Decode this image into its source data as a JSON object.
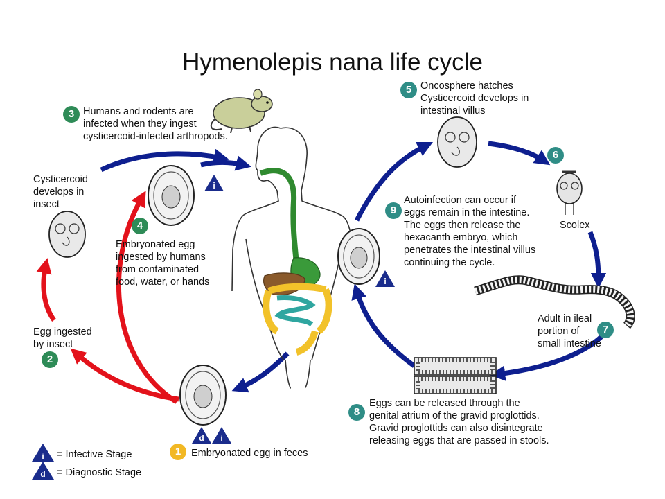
{
  "title": "Hymenolepis nana life cycle",
  "colors": {
    "blue_arrow": "#0e1f8f",
    "red_arrow": "#e3121b",
    "green_badge": "#2e8b57",
    "teal_badge": "#2f8d86",
    "yellow_badge": "#f2b824",
    "stage_triangle": "#1a2c8c"
  },
  "steps": [
    {
      "number": "1",
      "lines": [
        "Embryonated egg in feces"
      ]
    },
    {
      "number": "2",
      "lines": [
        "Egg ingested",
        "by insect"
      ]
    },
    {
      "number": "",
      "lines": [
        "Cysticercoid",
        "develops in",
        "insect"
      ]
    },
    {
      "number": "3",
      "lines": [
        "Humans and rodents are",
        "infected when they ingest",
        "cysticercoid-infected arthropods."
      ]
    },
    {
      "number": "4",
      "lines": [
        "Embryonated egg",
        "ingested by humans",
        "from contaminated",
        "food, water, or hands"
      ]
    },
    {
      "number": "5",
      "lines": [
        "Oncosphere hatches",
        "Cysticercoid develops in",
        "intestinal villus"
      ]
    },
    {
      "number": "6",
      "lines": [
        "Scolex"
      ]
    },
    {
      "number": "7",
      "lines": [
        "Adult in ileal",
        "portion of",
        "small intestine"
      ]
    },
    {
      "number": "8",
      "lines": [
        "Eggs can be released through the",
        "genital atrium of the gravid proglottids.",
        "Gravid proglottids can also disintegrate",
        "releasing eggs that are passed in stools."
      ]
    },
    {
      "number": "9",
      "lines": [
        "Autoinfection can occur if",
        "eggs remain in the intestine.",
        "The eggs then release the",
        "hexacanth embryo, which",
        "penetrates the intestinal villus",
        "continuing the cycle."
      ]
    }
  ],
  "stage_markers": {
    "infective": "i",
    "diagnostic": "d"
  },
  "legend": [
    {
      "symbol": "i",
      "label": "= Infective Stage"
    },
    {
      "symbol": "d",
      "label": "= Diagnostic Stage"
    }
  ]
}
